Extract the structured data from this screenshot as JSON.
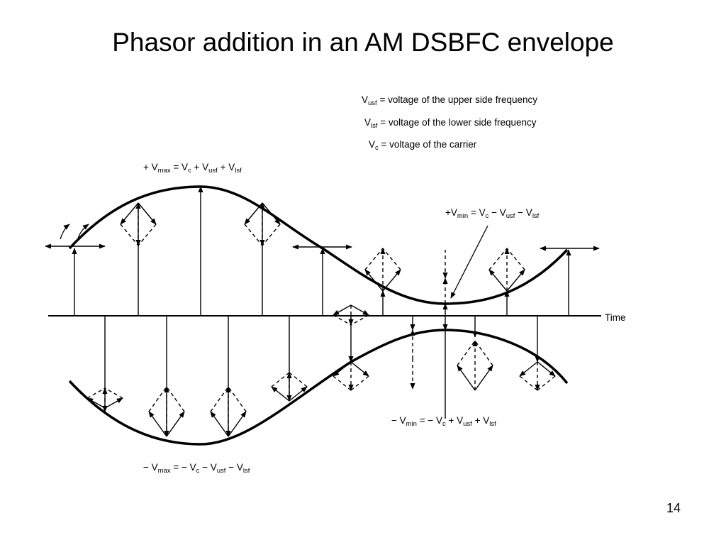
{
  "slide": {
    "title": "Phasor addition in an AM DSBFC envelope",
    "page_number": "14"
  },
  "legend": [
    {
      "symbol": "V",
      "sub": "usf",
      "text": " = voltage of the upper side frequency"
    },
    {
      "symbol": "V",
      "sub": "lsf",
      "text": " = voltage of the lower side frequency"
    },
    {
      "symbol": "V",
      "sub": "c",
      "text": " = voltage of the carrier"
    }
  ],
  "formulas": {
    "vmax_pos": [
      {
        "t": "+ V"
      },
      {
        "t": "max",
        "s": true
      },
      {
        "t": " = V"
      },
      {
        "t": "c",
        "s": true
      },
      {
        "t": " + V"
      },
      {
        "t": "usf",
        "s": true
      },
      {
        "t": " + V"
      },
      {
        "t": "lsf",
        "s": true
      }
    ],
    "vmin_pos": [
      {
        "t": "+V"
      },
      {
        "t": "min",
        "s": true
      },
      {
        "t": " =  V"
      },
      {
        "t": "c",
        "s": true
      },
      {
        "t": " − V"
      },
      {
        "t": "usf",
        "s": true
      },
      {
        "t": " − V"
      },
      {
        "t": "lsf",
        "s": true
      }
    ],
    "vmin_neg": [
      {
        "t": "− V"
      },
      {
        "t": "min",
        "s": true
      },
      {
        "t": " = − V"
      },
      {
        "t": "c",
        "s": true
      },
      {
        "t": " + V"
      },
      {
        "t": "usf",
        "s": true
      },
      {
        "t": " + V"
      },
      {
        "t": "lsf",
        "s": true
      }
    ],
    "vmax_neg": [
      {
        "t": "− V"
      },
      {
        "t": "max",
        "s": true
      },
      {
        "t": " = − V"
      },
      {
        "t": "c",
        "s": true
      },
      {
        "t": " − V"
      },
      {
        "t": "usf",
        "s": true
      },
      {
        "t": " − V"
      },
      {
        "t": "lsf",
        "s": true
      }
    ]
  },
  "axis": {
    "label": "Time"
  }
}
